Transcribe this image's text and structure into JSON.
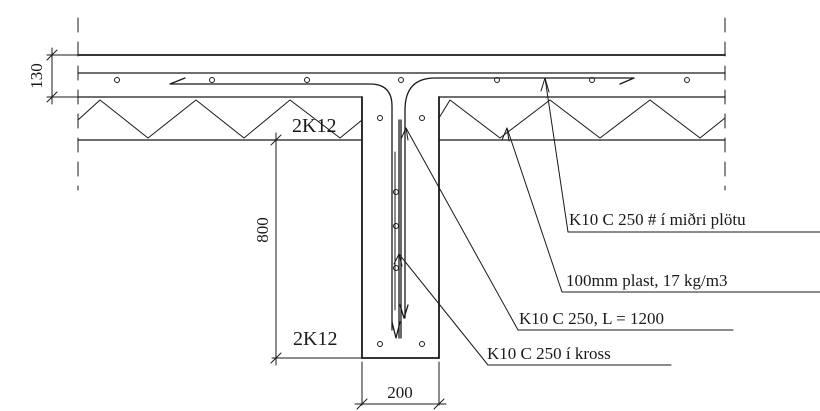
{
  "dimensions": {
    "slab_thickness": "130",
    "wall_height": "800",
    "wall_width": "200"
  },
  "rebar_labels": {
    "top": "2K12",
    "bottom": "2K12"
  },
  "annotations": [
    "K10 C 250  # í miðri plötu",
    "100mm plast, 17 kg/m3",
    "K10 C 250, L = 1200",
    "K10 C 250 í kross"
  ],
  "colors": {
    "ink": "#1a1a1a",
    "background": "#ffffff"
  }
}
